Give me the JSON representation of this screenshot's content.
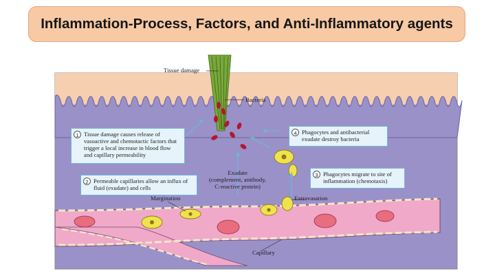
{
  "title": "Inflammation-Process, Factors, and Anti-Inflammatory agents",
  "labels": {
    "tissue_damage": "Tissue damage",
    "bacteria": "Bacteria",
    "exudate": [
      "Exudate",
      "(complement, antibody,",
      "C-reactive protein)"
    ],
    "margination": "Margination",
    "extravasation": "Extravasation",
    "capillary": "Capillary"
  },
  "steps": [
    {
      "number": "1",
      "text": "Tissue damage causes release of vasoactive and chemotactic factors that trigger a local increase in blood flow and capillary permeability"
    },
    {
      "number": "2",
      "text": "Permeable capillaries allow an influx of fluid (exudate) and cells"
    },
    {
      "number": "3",
      "text": "Phagocytes migrate to site of inflammation (chemotaxis)"
    },
    {
      "number": "4",
      "text": "Phagocytes and antibacterial exudate destroy bacteria"
    }
  ],
  "colors": {
    "title_fill": "#f7c9a4",
    "skin_top": "#f6cfb0",
    "tissue": "#9b91c9",
    "capillary": "#f0a9c9",
    "rbc": "#e86d7f",
    "phagocyte": "#f0e24c",
    "bacteria": "#b0182f",
    "splinter": "#7aa83a",
    "callout_fill": "#e6f3fb",
    "arrow": "#6fb4dc"
  }
}
